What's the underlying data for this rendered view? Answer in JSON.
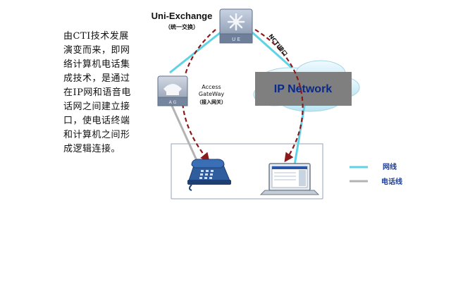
{
  "description": {
    "lines": [
      "由CTI技术发展",
      "演变而来，即网",
      "络计算机电话集",
      "成技术，是通过",
      "在IP网和语音电",
      "话网之间建立接",
      "口，使电话终端",
      "和计算机之间形",
      "成逻辑连接。"
    ]
  },
  "nodes": {
    "exchange": {
      "title": "Uni-Exchange",
      "subtitle": "（统一交换）",
      "tag": "U E"
    },
    "gateway": {
      "line1": "Access",
      "line2": "GateWay",
      "line3": "（接入网关）",
      "tag": "A G"
    },
    "network": {
      "label": "IP Network"
    },
    "ncti": {
      "label": "NCTI接口"
    }
  },
  "legend": {
    "items": [
      {
        "label": "网线",
        "color": "#5fd3e6"
      },
      {
        "label": "电话线",
        "color": "#b3b3b3"
      }
    ]
  },
  "colors": {
    "network_line": "#5fd3e6",
    "phone_line": "#b3b3b3",
    "dashed_arrow": "#8b1a1a",
    "ip_box": "#7f7f7f"
  }
}
